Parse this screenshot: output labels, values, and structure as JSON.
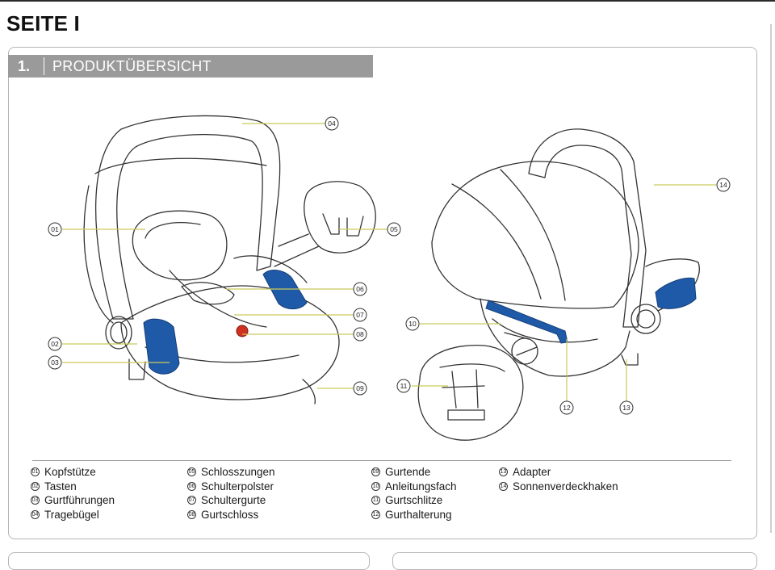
{
  "page": {
    "heading": "SEITE I"
  },
  "section": {
    "number": "1.",
    "title": "PRODUKTÜBERSICHT"
  },
  "callouts": [
    "01",
    "02",
    "03",
    "04",
    "05",
    "06",
    "07",
    "08",
    "09",
    "10",
    "11",
    "12",
    "13",
    "14"
  ],
  "legend": {
    "col1": [
      {
        "num": "01",
        "label": "Kopfstütze"
      },
      {
        "num": "02",
        "label": "Tasten"
      },
      {
        "num": "03",
        "label": "Gurtführungen"
      },
      {
        "num": "04",
        "label": "Tragebügel"
      }
    ],
    "col2": [
      {
        "num": "05",
        "label": "Schlosszungen"
      },
      {
        "num": "06",
        "label": "Schulterpolster"
      },
      {
        "num": "07",
        "label": "Schultergurte"
      },
      {
        "num": "08",
        "label": "Gurtschloss"
      }
    ],
    "col3": [
      {
        "num": "09",
        "label": "Gurtende"
      },
      {
        "num": "10",
        "label": "Anleitungsfach"
      },
      {
        "num": "11",
        "label": "Gurtschlitze"
      },
      {
        "num": "12",
        "label": "Gurthalterung"
      }
    ],
    "col4": [
      {
        "num": "13",
        "label": "Adapter"
      },
      {
        "num": "14",
        "label": "Sonnenverdeckhaken"
      }
    ]
  },
  "colors": {
    "accent_blue": "#1f5aa8",
    "callout_line": "#c9c95a",
    "panel_border": "#b5b5b5",
    "section_bar": "#9a9a9a",
    "buckle_red": "#d03020"
  }
}
